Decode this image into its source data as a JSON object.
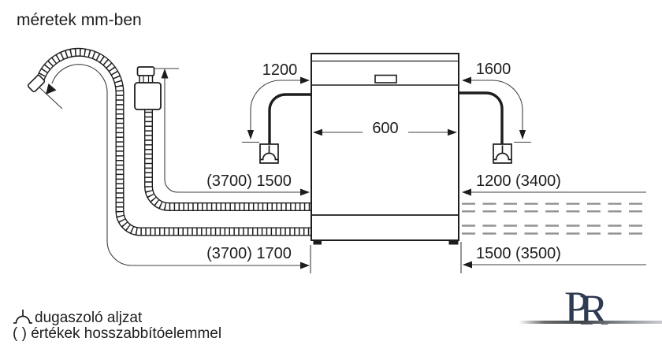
{
  "title": "méretek mm-ben",
  "diagram": {
    "dimensions": {
      "cable_left": "1200",
      "cable_right": "1600",
      "appliance_width": "600",
      "inlet_hose_left": "(3700) 1500",
      "drain_hose_left": "(3700) 1700",
      "hose_right_upper": "1200 (3400)",
      "hose_right_lower": "1500 (3500)"
    }
  },
  "legend": {
    "socket": "dugaszoló aljzat",
    "parentheses": "( ) értékek hosszabbítóelemmel"
  },
  "logo": {
    "letter_p": "P",
    "letter_r": "R"
  },
  "colors": {
    "line": "#1d1d1d",
    "dimension": "#3f3f3f",
    "dashed_hose": "#909396",
    "logo": "#2f3b52"
  }
}
